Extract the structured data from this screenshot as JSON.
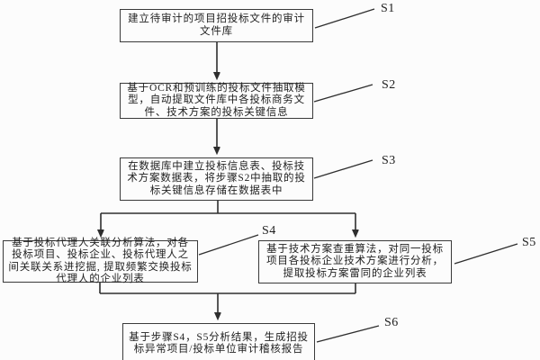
{
  "figure": {
    "type": "flowchart",
    "colors": {
      "background": "#fcfcfc",
      "line": "#2e2e2e",
      "text": "#1f1f1f"
    },
    "steps": [
      {
        "id": "S1",
        "text": "建立待审计的项目招投标文件的审计文件库"
      },
      {
        "id": "S2",
        "text": "基于OCR和预训练的投标文件抽取模型，自动提取文件库中各投标商务文件、技术方案的投标关键信息"
      },
      {
        "id": "S3",
        "text": "在数据库中建立投标信息表、投标技术方案数据表，将步骤S2中抽取的投标关键信息存储在数据表中"
      },
      {
        "id": "S4",
        "text": "基于投标代理人关联分析算法，对各投标项目、投标企业、投标代理人之间关联关系进挖掘, 提取频繁交换投标代理人的企业列表"
      },
      {
        "id": "S5",
        "text": "基于技术方案查重算法，对同一投标项目各投标企业技术方案进行分析，提取投标方案雷同的企业列表"
      },
      {
        "id": "S6",
        "text": "基于步骤S4，S5分析结果，生成招投标异常项目/投标单位审计稽核报告"
      }
    ]
  }
}
